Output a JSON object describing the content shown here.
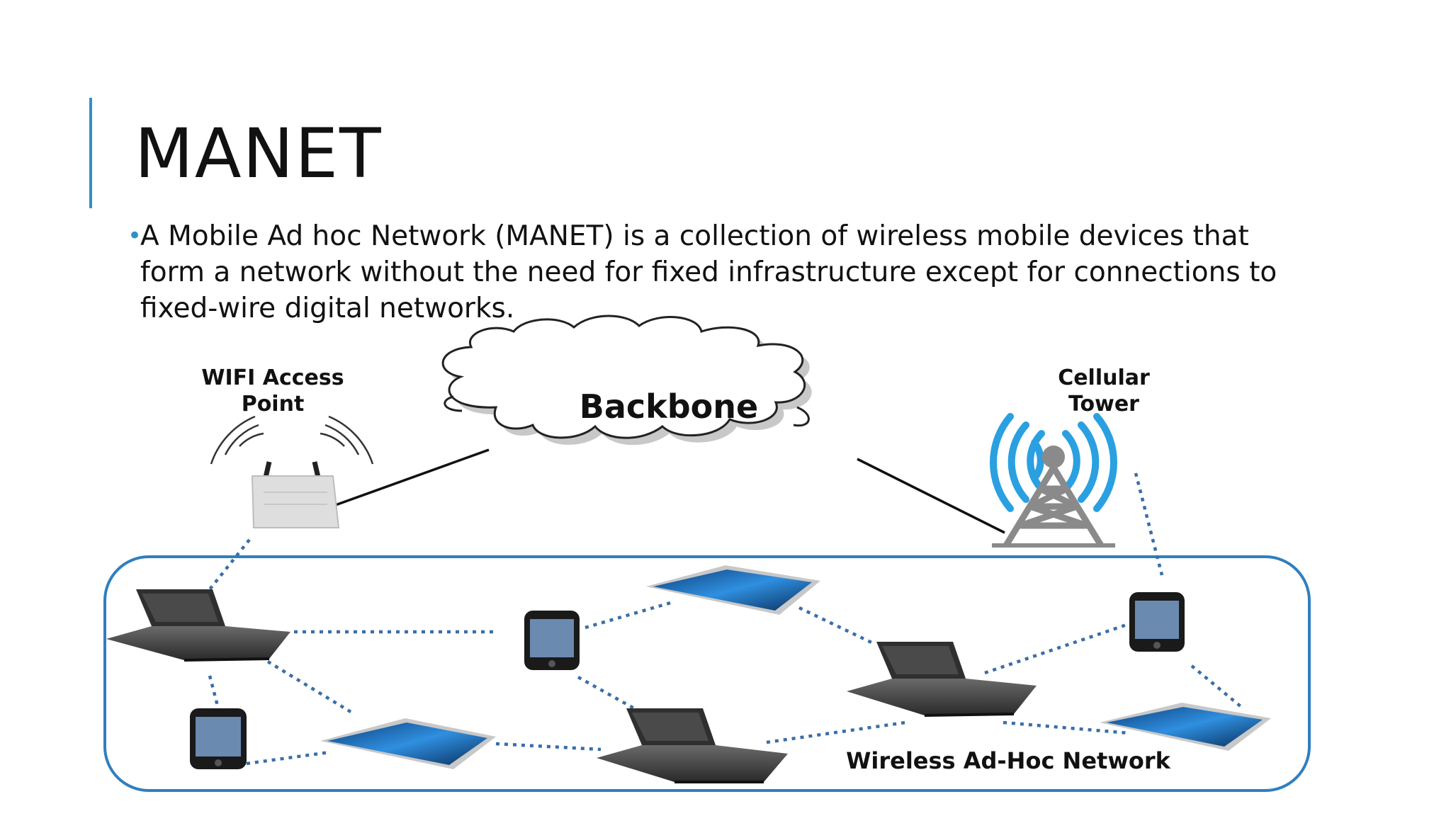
{
  "slide": {
    "title": "MANET",
    "bullet": "A Mobile Ad hoc Network (MANET) is a collection of wireless mobile devices that form a network without the need for fixed infrastructure except for connections to fixed-wire digital networks."
  },
  "diagram": {
    "wifi_label_line1": "WIFI Access",
    "wifi_label_line2": "Point",
    "backbone_label": "Backbone",
    "cellular_label_line1": "Cellular",
    "cellular_label_line2": "Tower",
    "network_label": "Wireless Ad-Hoc Network"
  },
  "colors": {
    "accent": "#2f8fc9",
    "network_border": "#2f7fbf",
    "link_dotted": "#3a6ea8"
  }
}
